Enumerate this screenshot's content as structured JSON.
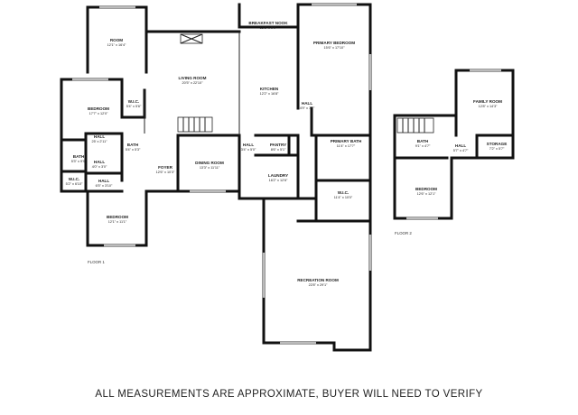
{
  "rooms": {
    "room": {
      "name": "ROOM",
      "dim": "12'1\" x 16'4\""
    },
    "breakfast_nook": {
      "name": "BREAKFAST NOOK",
      "dim": "12'1\" x 9'0\""
    },
    "primary_bedroom": {
      "name": "PRIMARY BEDROOM",
      "dim": "15'6\" x 17'10\""
    },
    "living_room": {
      "name": "LIVING ROOM",
      "dim": "20'5\" x 22'10\""
    },
    "kitchen": {
      "name": "KITCHEN",
      "dim": "12'2\" x 16'8\""
    },
    "bedroom_1": {
      "name": "BEDROOM",
      "dim": "17'7\" x 12'0\""
    },
    "wic_1": {
      "name": "W.I.C.",
      "dim": "5'4\" x 5'6\""
    },
    "hall_primary": {
      "name": "HALL",
      "dim": "4'9\" x 7'7\""
    },
    "hall_1": {
      "name": "HALL",
      "dim": "25' x 2'11\""
    },
    "bath_1": {
      "name": "BATH",
      "dim": "5'4\" x 5'3\""
    },
    "hall_2": {
      "name": "HALL",
      "dim": "4'0\" x 3'0\""
    },
    "bath_2": {
      "name": "BATH",
      "dim": "5'3\" x 9'9\""
    },
    "hall_3": {
      "name": "HALL",
      "dim": "3'4\" x 5'0\""
    },
    "pantry": {
      "name": "PANTRY",
      "dim": "8'6\" x 5'1\""
    },
    "primary_bath": {
      "name": "PRIMARY BATH",
      "dim": "11'4\" x 17'7\""
    },
    "foyer": {
      "name": "FOYER",
      "dim": "12'6\" x 10'3\""
    },
    "dining_room": {
      "name": "DINING ROOM",
      "dim": "13'3\" x 11'11\""
    },
    "laundry": {
      "name": "LAUNDRY",
      "dim": "16'2\" x 12'6\""
    },
    "wic_2": {
      "name": "W.I.C.",
      "dim": "5'2\" x 6'10\""
    },
    "hall_4": {
      "name": "HALL",
      "dim": "6'5\" x 3'10\""
    },
    "wic_3": {
      "name": "W.I.C.",
      "dim": "11'4\" x 10'0\""
    },
    "bedroom_2": {
      "name": "BEDROOM",
      "dim": "12'1\" x 11'1\""
    },
    "recreation_room": {
      "name": "RECREATION ROOM",
      "dim": "22'8\" x 29'1\""
    },
    "family_room": {
      "name": "FAMILY ROOM",
      "dim": "12'8\" x 14'3\""
    },
    "bath_up": {
      "name": "BATH",
      "dim": "9'1\" x 4'7\""
    },
    "hall_up": {
      "name": "HALL",
      "dim": "5'7\" x 4'7\""
    },
    "storage": {
      "name": "STORAGE",
      "dim": "7'2\" x 5'7\""
    },
    "bedroom_up": {
      "name": "BEDROOM",
      "dim": "12'6\" x 12'1\""
    }
  },
  "floors": {
    "floor1": "FLOOR 1",
    "floor2": "FLOOR 2"
  },
  "disclaimer": "ALL MEASUREMENTS ARE APPROXIMATE, BUYER WILL NEED TO VERIFY"
}
